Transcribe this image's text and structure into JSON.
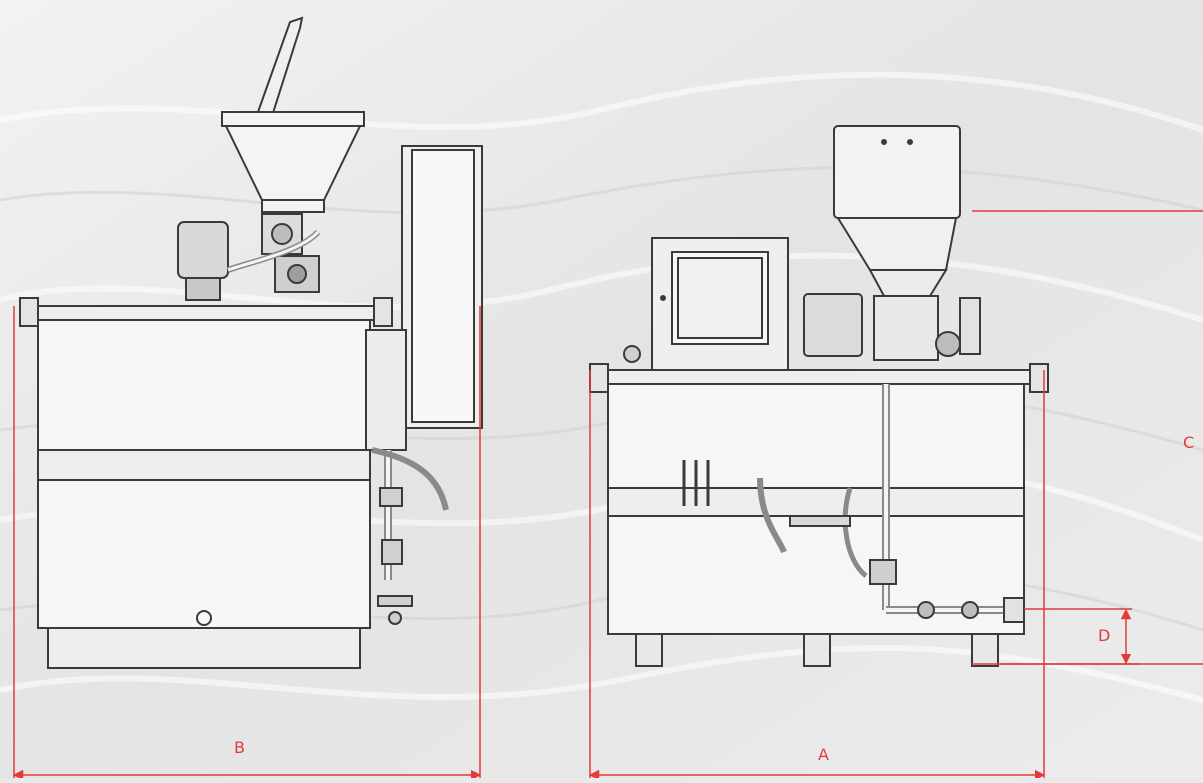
{
  "labels": {
    "dim_a": "A",
    "dim_b": "B",
    "dim_c": "C",
    "dim_d": "D"
  },
  "colors": {
    "dimension_line": "#e23b3b",
    "drawing_line": "#3a3a3a",
    "background": "#e9e9e9",
    "label": "#e23b3b"
  }
}
